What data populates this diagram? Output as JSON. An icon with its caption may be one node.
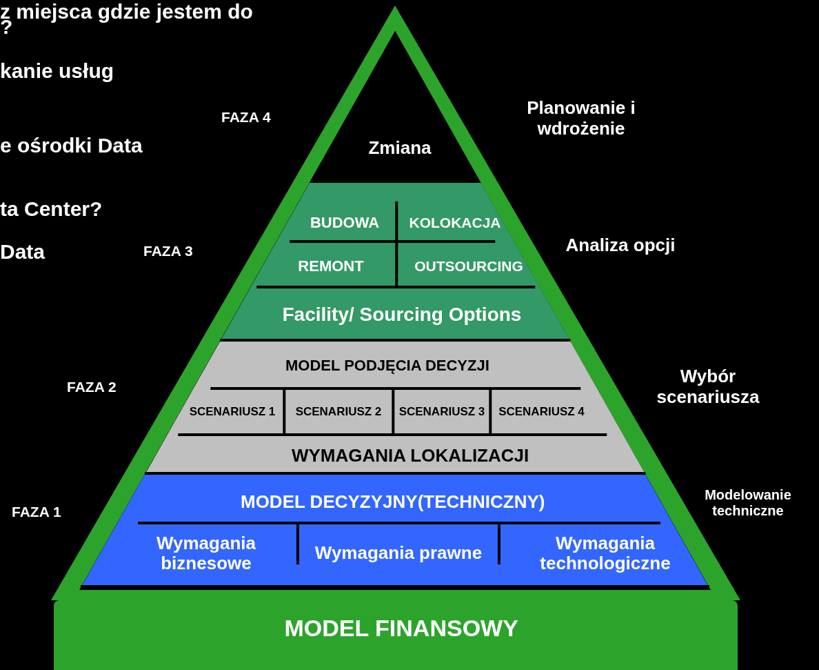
{
  "diagram": {
    "nodes": [
      {
        "text": [
          "Zmiana"
        ]
      },
      {
        "text": [
          "Facility/ Sourcing Options"
        ]
      },
      {
        "text": [
          "BUDOWA"
        ],
        "in": 1
      },
      {
        "text": [
          "KOLOKACJA"
        ],
        "in": 1
      },
      {
        "text": [
          "REMONT"
        ],
        "in": 1
      },
      {
        "text": [
          "OUTSOURCING"
        ],
        "in": 1
      },
      {
        "text": [
          "MODEL PODJĘCIA DECYZJI",
          "WYMAGANIA LOKALIZACJI"
        ]
      },
      {
        "text": [
          "SCENARIUSZ 1"
        ],
        "in": 6
      },
      {
        "text": [
          "SCENARIUSZ 2"
        ],
        "in": 6
      },
      {
        "text": [
          "SCENARIUSZ 3"
        ],
        "in": 6
      },
      {
        "text": [
          "SCENARIUSZ 4"
        ],
        "in": 6
      },
      {
        "text": [
          "MODEL DECYZYJNY(TECHNICZNY)"
        ]
      },
      {
        "text": [
          "Wymagania biznesowe"
        ],
        "in": 11
      },
      {
        "text": [
          "Wymagania prawne"
        ],
        "in": 11
      },
      {
        "text": [
          "Wymagania technologiczne"
        ],
        "in": 11
      },
      {
        "text": [
          "MODEL FINANSOWY"
        ]
      }
    ],
    "edges": [],
    "labels": [
      "z miejsca gdzie jestem do",
      "?",
      "kanie usług",
      "Planowanie i wdrożenie",
      "FAZA 4",
      "e ośrodki Data",
      "ta Center?",
      "Data",
      "FAZA 3",
      "Analiza opcji",
      "FAZA 2",
      "Wybór scenariusza",
      "FAZA 1",
      "Modelowanie techniczne"
    ]
  }
}
